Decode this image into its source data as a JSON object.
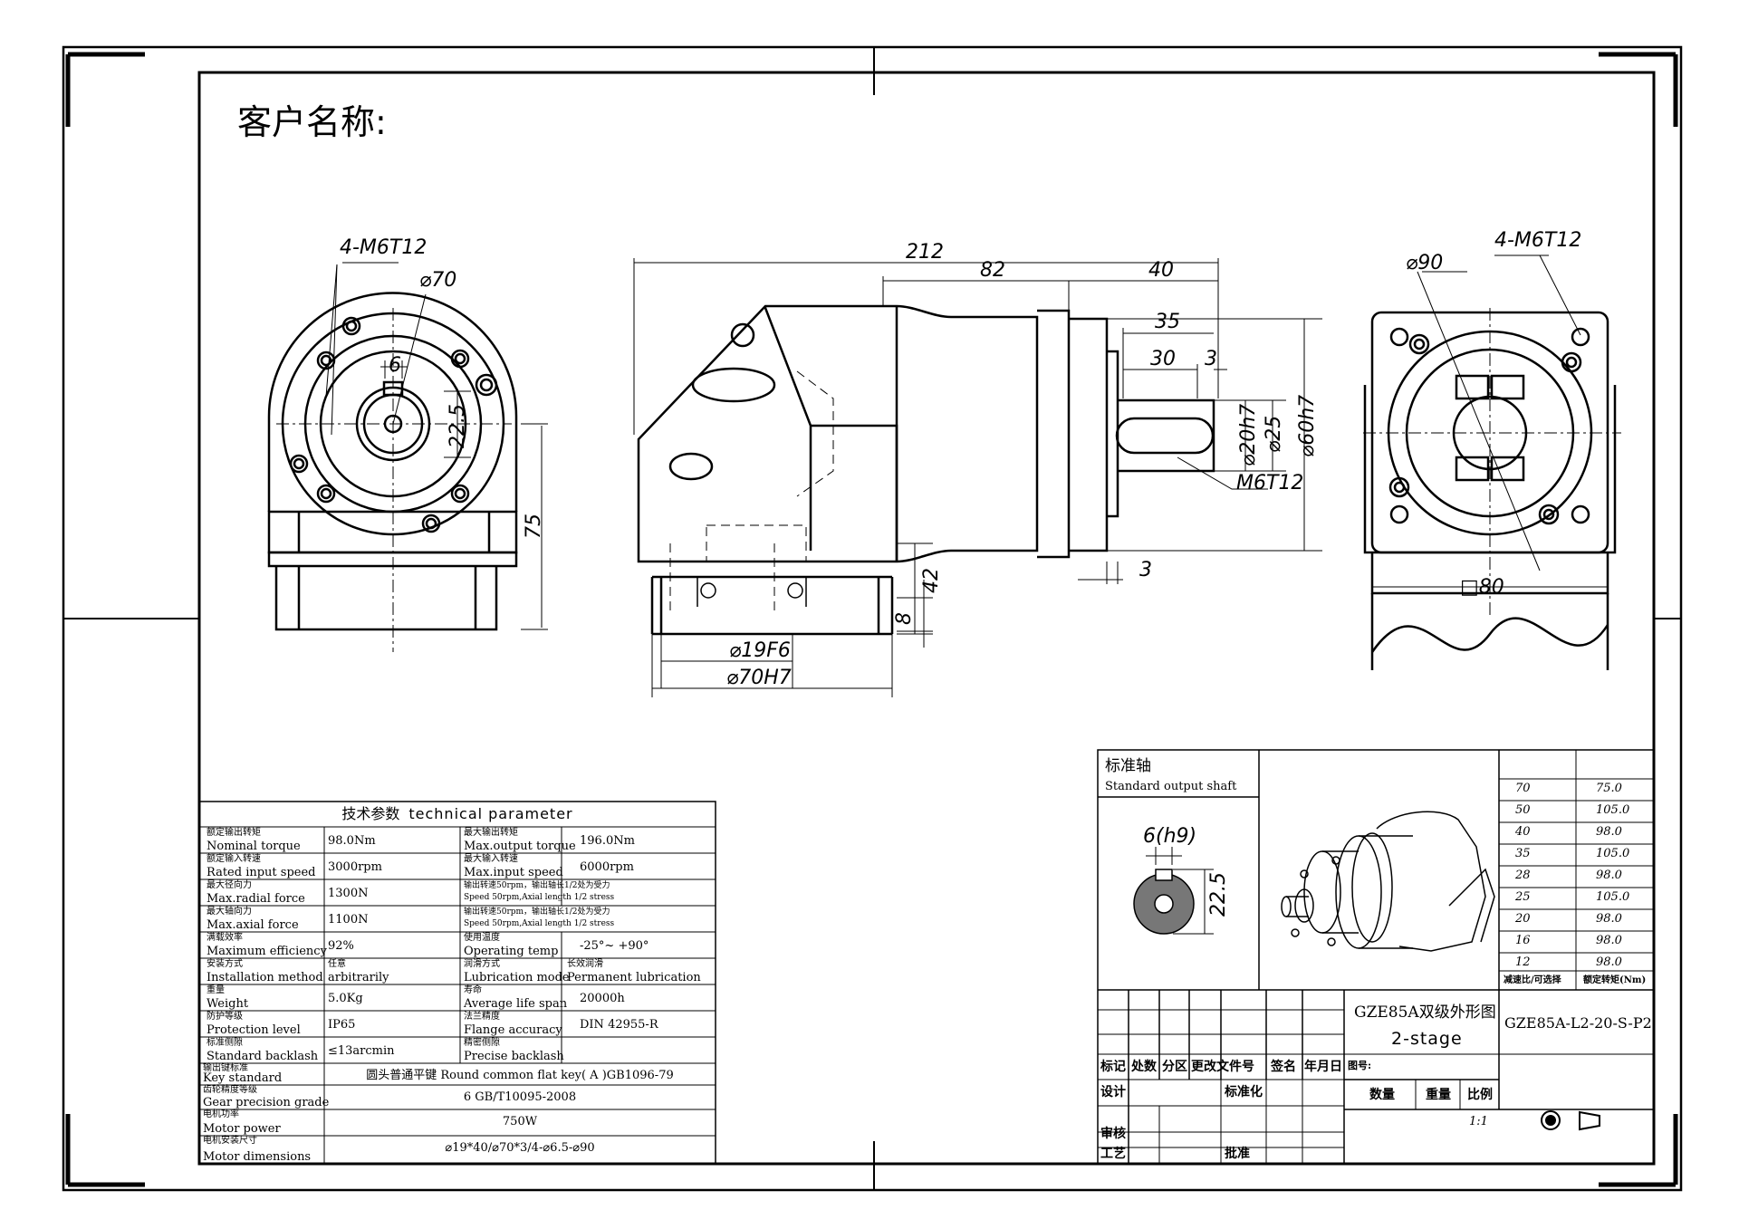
{
  "customer_label": "客户名称:",
  "dims": {
    "front_left": {
      "holes": "4-M6",
      "hole_depth": "12",
      "dia": "⌀70",
      "key_w": "6",
      "shaft_h": "22.5",
      "height": "75"
    },
    "side": {
      "overall": "212",
      "body": "82",
      "shaft_ext": "40",
      "s35": "35",
      "s30": "30",
      "s3a": "3",
      "d20": "⌀20h7",
      "d25": "⌀25",
      "d60": "⌀60h7",
      "thread": "M6",
      "thread_depth": "12",
      "s3b": "3",
      "h42": "42",
      "h8": "8",
      "d19": "⌀19F6",
      "d70": "⌀70H7"
    },
    "front_right": {
      "dia": "⌀90",
      "holes": "4-M6",
      "hole_depth": "12",
      "square": "80"
    }
  },
  "tech": {
    "title_cn": "技术参数",
    "title_en": "technical parameter",
    "rows": [
      {
        "cn1": "额定输出转矩",
        "en1": "Nominal torque",
        "v1": "98.0Nm",
        "cn2": "最大输出转矩",
        "en2": "Max.output torque",
        "v2": "196.0Nm"
      },
      {
        "cn1": "额定输入转速",
        "en1": "Rated input speed",
        "v1": "3000rpm",
        "cn2": "最大输入转速",
        "en2": "Max.input speed",
        "v2": "6000rpm"
      },
      {
        "cn1": "最大径向力",
        "en1": "Max.radial force",
        "v1": "1300N",
        "cn2": "输出转速50rpm，输出轴长1/2处为受力",
        "en2": "Speed 50rpm,Axial length 1/2 stress",
        "v2": ""
      },
      {
        "cn1": "最大轴向力",
        "en1": "Max.axial force",
        "v1": "1100N",
        "cn2": "输出转速50rpm，输出轴长1/2处为受力",
        "en2": "Speed 50rpm,Axial length 1/2 stress",
        "v2": ""
      },
      {
        "cn1": "满载效率",
        "en1": "Maximum efficiency",
        "v1": "92%",
        "cn2": "使用温度",
        "en2": "Operating temp",
        "v2": "-25°~ +90°"
      },
      {
        "cn1": "安装方式",
        "en1": "Installation method",
        "v1": "arbitrarily",
        "v1cn": "任意",
        "cn2": "润滑方式",
        "en2": "Lubrication mode",
        "v2": "Permanent lubrication",
        "v2cn": "长效润滑"
      },
      {
        "cn1": "重量",
        "en1": "Weight",
        "v1": "5.0Kg",
        "cn2": "寿命",
        "en2": "Average life span",
        "v2": "20000h"
      },
      {
        "cn1": "防护等级",
        "en1": "Protection level",
        "v1": "IP65",
        "cn2": "法兰精度",
        "en2": "Flange accuracy",
        "v2": "DIN 42955-R"
      },
      {
        "cn1": "标准侧隙",
        "en1": "Standard backlash",
        "v1": "≤13arcmin",
        "cn2": "精密侧隙",
        "en2": "Precise backlash",
        "v2": ""
      }
    ],
    "wide_rows": [
      {
        "cn": "输出键标准",
        "en": "Key standard",
        "v": "圆头普通平键  Round common flat key( A )GB1096-79"
      },
      {
        "cn": "齿轮精度等级",
        "en": "Gear precision grade",
        "v": "6 GB/T10095-2008"
      },
      {
        "cn": "电机功率",
        "en": "Motor power",
        "v": "750W"
      },
      {
        "cn": "电机安装尺寸",
        "en": "Motor  dimensions",
        "v": "⌀19*40/⌀70*3/4-⌀6.5-⌀90"
      }
    ]
  },
  "shaft_box": {
    "cn": "标准轴",
    "en": "Standard output shaft",
    "key": "6(h9)",
    "height": "22.5"
  },
  "ratio_table": {
    "rows": [
      [
        "70",
        "75.0"
      ],
      [
        "50",
        "105.0"
      ],
      [
        "40",
        "98.0"
      ],
      [
        "35",
        "105.0"
      ],
      [
        "28",
        "98.0"
      ],
      [
        "25",
        "105.0"
      ],
      [
        "20",
        "98.0"
      ],
      [
        "16",
        "98.0"
      ],
      [
        "12",
        "98.0"
      ]
    ],
    "h1": "减速比/可选择",
    "h2": "额定转矩(Nm)"
  },
  "title_block": {
    "name_cn": "GZE85A双级外形图",
    "name_en": "2-stage",
    "model": "GZE85A-L2-20-S-P2",
    "labels": {
      "mark": "标记",
      "count": "处数",
      "zone": "分区",
      "doc": "更改文件号",
      "sign": "签名",
      "date": "年月日",
      "design": "设计",
      "std": "标准化",
      "review": "审核",
      "process": "工艺",
      "approve": "批准",
      "drawing_no": "图号:",
      "qty": "数量",
      "weight": "重量",
      "scale": "比例"
    },
    "scale_value": "1:1"
  }
}
